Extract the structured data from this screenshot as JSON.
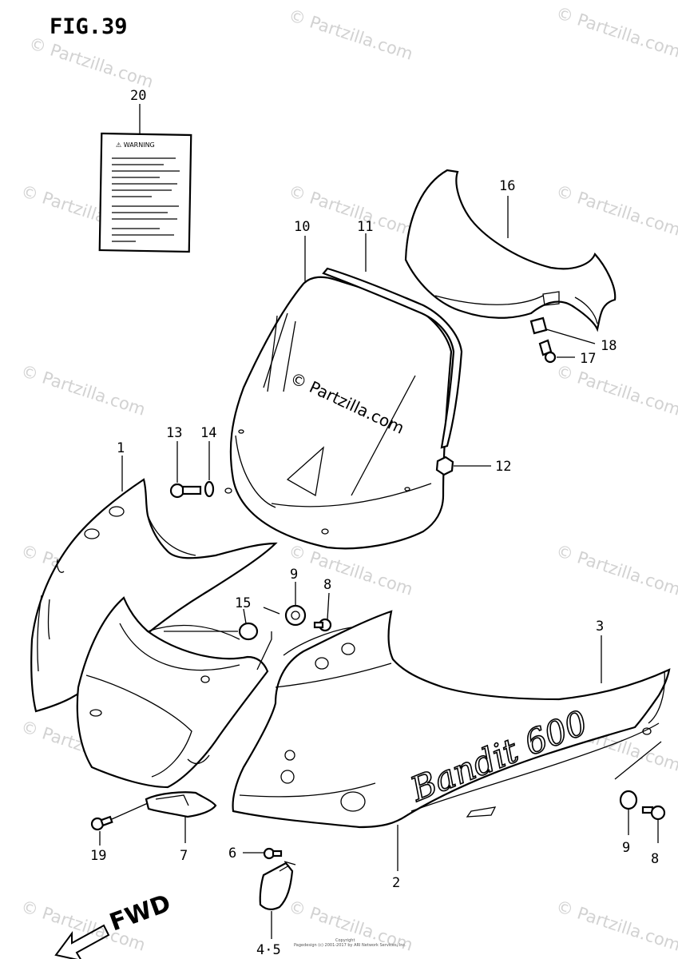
{
  "figure_title": "FIG.39",
  "watermark_text": "© Partzilla.com",
  "center_watermark": "© Partzilla.com",
  "warning_label_title": "⚠ WARNING",
  "direction_label": "FWD",
  "logo_text": "Bandit 600",
  "copyright_small": "Copyright",
  "copyright_line": "Pagedesign (c) 2001-2017 by ARI Network Services, Inc.",
  "callouts": {
    "p1": "1",
    "p2": "2",
    "p3": "3",
    "p4_5": "4·5",
    "p6": "6",
    "p7": "7",
    "p8a": "8",
    "p8b": "8",
    "p9a": "9",
    "p9b": "9",
    "p10": "10",
    "p11": "11",
    "p12": "12",
    "p13": "13",
    "p14": "14",
    "p15": "15",
    "p16": "16",
    "p17": "17",
    "p18": "18",
    "p19": "19",
    "p20": "20"
  }
}
